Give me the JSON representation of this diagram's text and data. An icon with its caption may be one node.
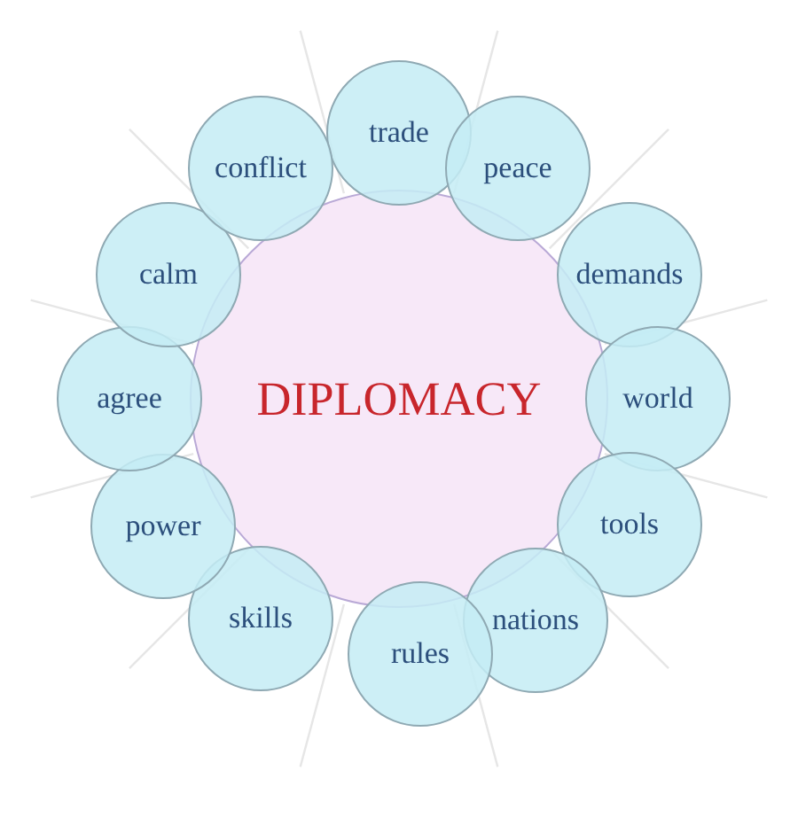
{
  "diagram": {
    "nodes": [
      {
        "text": [
          "DIPLOMACY"
        ]
      },
      {
        "text": [
          "trade"
        ]
      },
      {
        "text": [
          "peace"
        ]
      },
      {
        "text": [
          "demands"
        ]
      },
      {
        "text": [
          "world"
        ]
      },
      {
        "text": [
          "tools"
        ]
      },
      {
        "text": [
          "nations"
        ]
      },
      {
        "text": [
          "rules"
        ]
      },
      {
        "text": [
          "skills"
        ]
      },
      {
        "text": [
          "power"
        ]
      },
      {
        "text": [
          "agree"
        ]
      },
      {
        "text": [
          "calm"
        ]
      },
      {
        "text": [
          "conflict"
        ]
      }
    ]
  }
}
